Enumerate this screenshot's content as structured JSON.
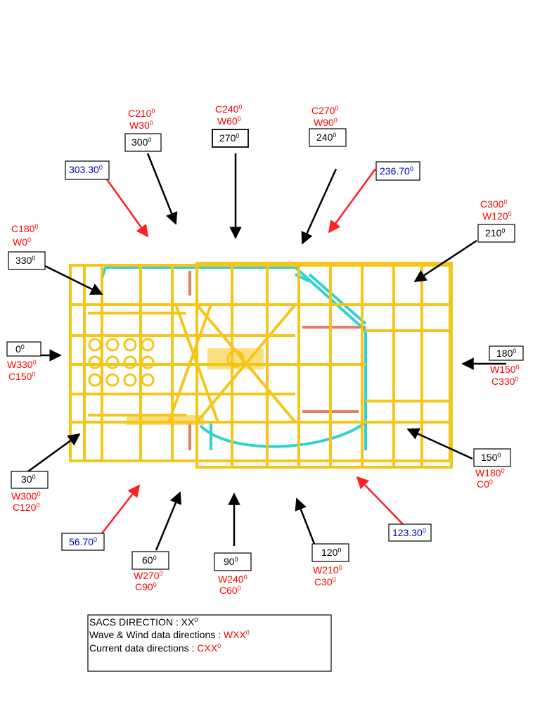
{
  "colors": {
    "sacs_arrow": "#000000",
    "special_arrow": "#ff2020",
    "wave_wind_text": "#ff0000",
    "current_text": "#ff0000",
    "special_label_text": "#0000cc",
    "structure_main": "#f5c518",
    "structure_secondary": "#2fd3d3",
    "structure_pipe": "#e08060"
  },
  "directions": [
    {
      "id": "d300",
      "sacs": "300",
      "labels": [
        "C210",
        "W30"
      ]
    },
    {
      "id": "d270",
      "sacs": "270",
      "labels": [
        "C240",
        "W60"
      ]
    },
    {
      "id": "d240",
      "sacs": "240",
      "labels": [
        "C270",
        "W90"
      ]
    },
    {
      "id": "d210",
      "sacs": "210",
      "labels": [
        "C300",
        "W120"
      ]
    },
    {
      "id": "d330",
      "sacs": "330",
      "labels": [
        "C180",
        "W0"
      ]
    },
    {
      "id": "d0",
      "sacs": "0",
      "labels": [
        "W330",
        "C150"
      ]
    },
    {
      "id": "d180",
      "sacs": "180",
      "labels": [
        "W150",
        "C330"
      ]
    },
    {
      "id": "d30",
      "sacs": "30",
      "labels": [
        "W300",
        "C120"
      ]
    },
    {
      "id": "d150",
      "sacs": "150",
      "labels": [
        "W180",
        "C0"
      ]
    },
    {
      "id": "d60",
      "sacs": "60",
      "labels": [
        "W270",
        "C90"
      ]
    },
    {
      "id": "d90",
      "sacs": "90",
      "labels": [
        "W240",
        "C60"
      ]
    },
    {
      "id": "d120",
      "sacs": "120",
      "labels": [
        "W210",
        "C30"
      ]
    }
  ],
  "special_directions": [
    {
      "id": "s303",
      "value": "303.30"
    },
    {
      "id": "s236",
      "value": "236.70"
    },
    {
      "id": "s56",
      "value": "56.70"
    },
    {
      "id": "s123",
      "value": "123.30"
    }
  ],
  "degree_symbol": "0",
  "legend": {
    "line1_prefix": "SACS DIRECTION : XX",
    "line2_prefix": "Wave & Wind data directions : ",
    "line2_code": "WXX",
    "line3_prefix": "Current data directions : ",
    "line3_code": "CXX"
  }
}
